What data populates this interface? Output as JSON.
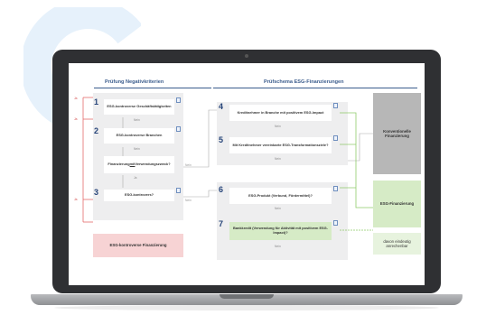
{
  "left_header": "Prüfung Negativkriterien",
  "right_header": "Prüfschema ESG-Finanzierungen",
  "steps": {
    "s1": {
      "num": "1",
      "text": "ESG-kontroverse Geschäftstätigkeiten"
    },
    "s2": {
      "num": "2",
      "text": "ESG-kontroverse Branchen"
    },
    "fin": {
      "text_a": "Finanzierung ",
      "text_mit": "mit",
      "text_b": "Verwendungszweck?"
    },
    "s3": {
      "num": "3",
      "text": "ESG-kontrovers?"
    },
    "s4": {
      "num": "4",
      "text": "Kreditnehmer in Branche mit positivem ESG-Impact"
    },
    "s5": {
      "num": "5",
      "text": "Mit Kreditnehmer vereinbarte ESG-Transformationsziele?"
    },
    "s6": {
      "num": "6",
      "text": "ESG-Produkt (Verbund, Fördermittel)?"
    },
    "s7": {
      "num": "7",
      "text": "Bankkredit (Verwendung für Aktivität mit positivem ESG-Impact)?"
    }
  },
  "labels": {
    "nein": "Nein",
    "ja": "Ja"
  },
  "outputs": {
    "red": "ESG-kontroverse Finanzierung",
    "grey": "Konventionelle Finanzierung",
    "green": "ESG-Finanzierung",
    "green2": "davon eindeutig anrechenbar"
  },
  "colors": {
    "accent_blue": "#3c5d8d",
    "red_line": "#e46b6b",
    "green_line": "#8fca6a",
    "green_box": "#d6ebc6",
    "red_box": "#f7d3d4",
    "grey_box": "#b7b7b7",
    "deco_blue": "#e6f1fb"
  }
}
